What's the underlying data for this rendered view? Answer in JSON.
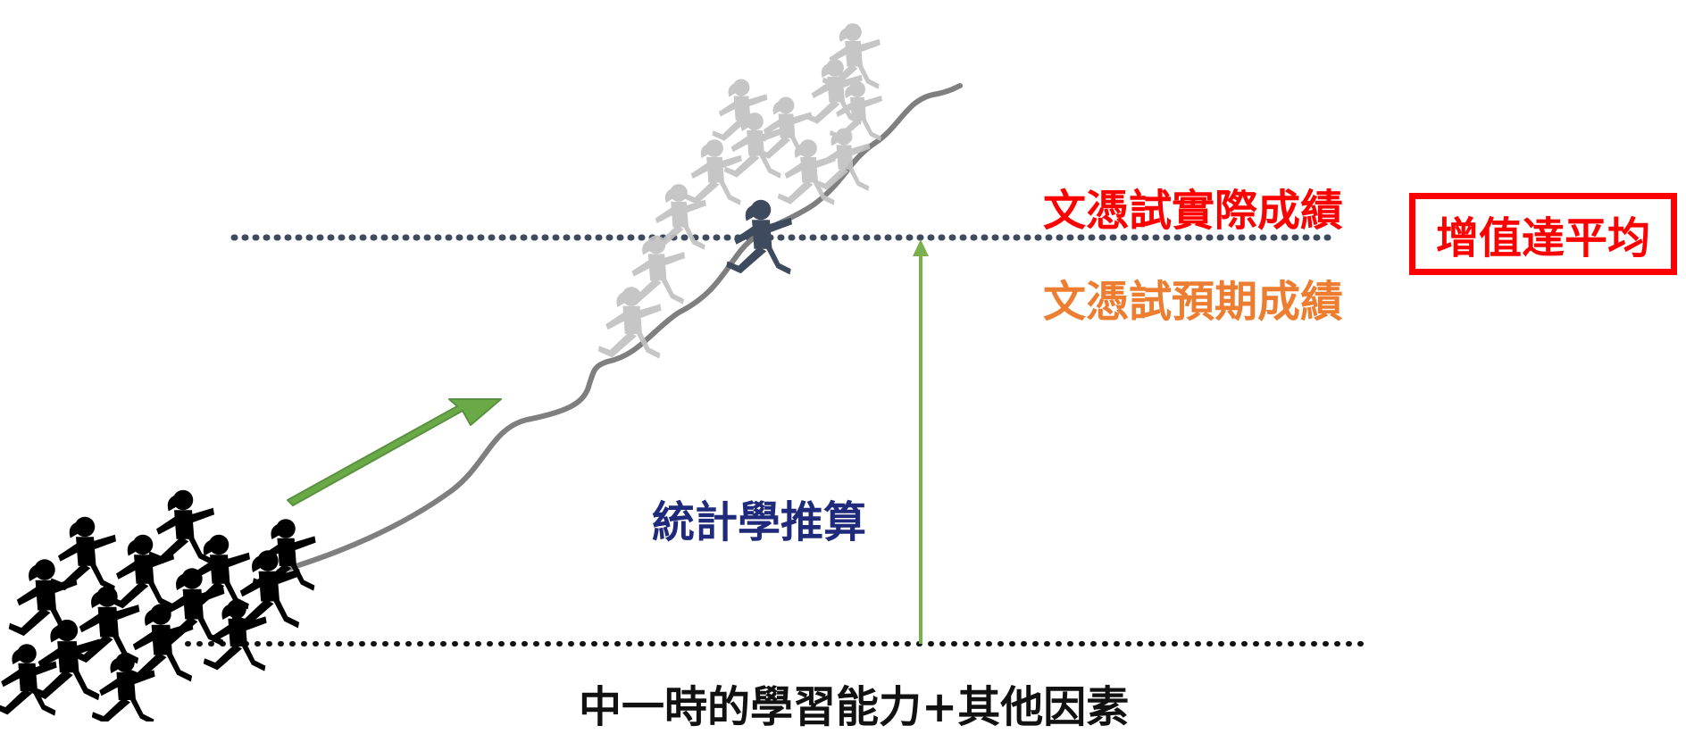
{
  "labels": {
    "actual": "文憑試實際成績",
    "expected": "文憑試預期成績",
    "stats": "統計學推算",
    "baseline": "中一時的學習能力+其他因素",
    "badge": "增值達平均"
  },
  "colors": {
    "actual": "#ff0000",
    "expected": "#ed7d31",
    "stats": "#1f2a7a",
    "baseline": "#111111",
    "badge": "#ff0000",
    "arrow": "#6aaa46",
    "path": "#7f7f7f",
    "highlight_runner": "#3e4a5e",
    "ghost_runner": "#c2c2c2",
    "crowd": "#000000"
  },
  "icons": {
    "crowd": "running-children-silhouettes-icon",
    "ghost": "fading-runner-silhouettes-icon",
    "highlight": "runner-silhouette-icon"
  }
}
